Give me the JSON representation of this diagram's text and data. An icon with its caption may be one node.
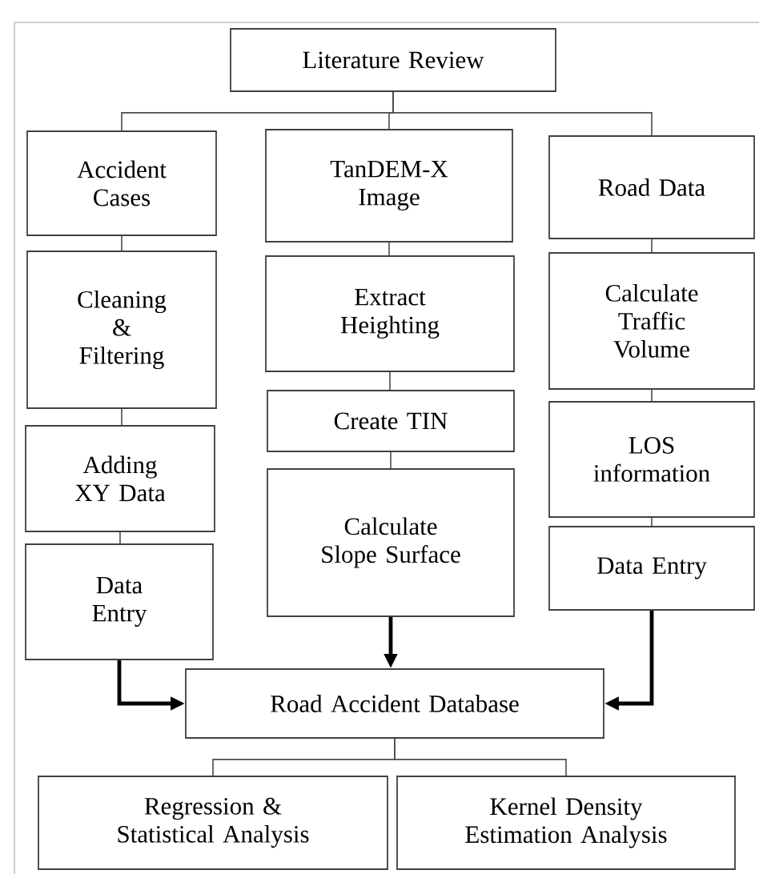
{
  "diagram": {
    "nodes": [
      {
        "text": [
          "Literature Review"
        ]
      },
      {
        "text": [
          "Accident Cases"
        ]
      },
      {
        "text": [
          "Cleaning & Filtering"
        ]
      },
      {
        "text": [
          "Adding XY Data"
        ]
      },
      {
        "text": [
          "Data Entry"
        ]
      },
      {
        "text": [
          "TanDEM-X Image"
        ]
      },
      {
        "text": [
          "Extract Heighting"
        ]
      },
      {
        "text": [
          "Create TIN"
        ]
      },
      {
        "text": [
          "Calculate Slope Surface"
        ]
      },
      {
        "text": [
          "Road Data"
        ]
      },
      {
        "text": [
          "Calculate Traffic Volume"
        ]
      },
      {
        "text": [
          "LOS information"
        ]
      },
      {
        "text": [
          "Data Entry"
        ]
      },
      {
        "text": [
          "Road Accident Database"
        ]
      },
      {
        "text": [
          "Regression & Statistical Analysis"
        ]
      },
      {
        "text": [
          "Kernel Density Estimation Analysis"
        ]
      }
    ],
    "edges": [
      {
        "from": 0,
        "to": 1,
        "arrow": "none"
      },
      {
        "from": 0,
        "to": 5,
        "arrow": "none"
      },
      {
        "from": 0,
        "to": 9,
        "arrow": "none"
      },
      {
        "from": 1,
        "to": 2,
        "arrow": "none"
      },
      {
        "from": 2,
        "to": 3,
        "arrow": "none"
      },
      {
        "from": 3,
        "to": 4,
        "arrow": "none"
      },
      {
        "from": 5,
        "to": 6,
        "arrow": "none"
      },
      {
        "from": 6,
        "to": 7,
        "arrow": "none"
      },
      {
        "from": 7,
        "to": 8,
        "arrow": "none"
      },
      {
        "from": 9,
        "to": 10,
        "arrow": "none"
      },
      {
        "from": 10,
        "to": 11,
        "arrow": "none"
      },
      {
        "from": 11,
        "to": 12,
        "arrow": "none"
      },
      {
        "from": 4,
        "to": 13,
        "arrow": "to",
        "style": "thick"
      },
      {
        "from": 8,
        "to": 13,
        "arrow": "to",
        "style": "thick"
      },
      {
        "from": 12,
        "to": 13,
        "arrow": "to",
        "style": "thick"
      },
      {
        "from": 13,
        "to": 14,
        "arrow": "none"
      },
      {
        "from": 13,
        "to": 15,
        "arrow": "none"
      }
    ]
  }
}
